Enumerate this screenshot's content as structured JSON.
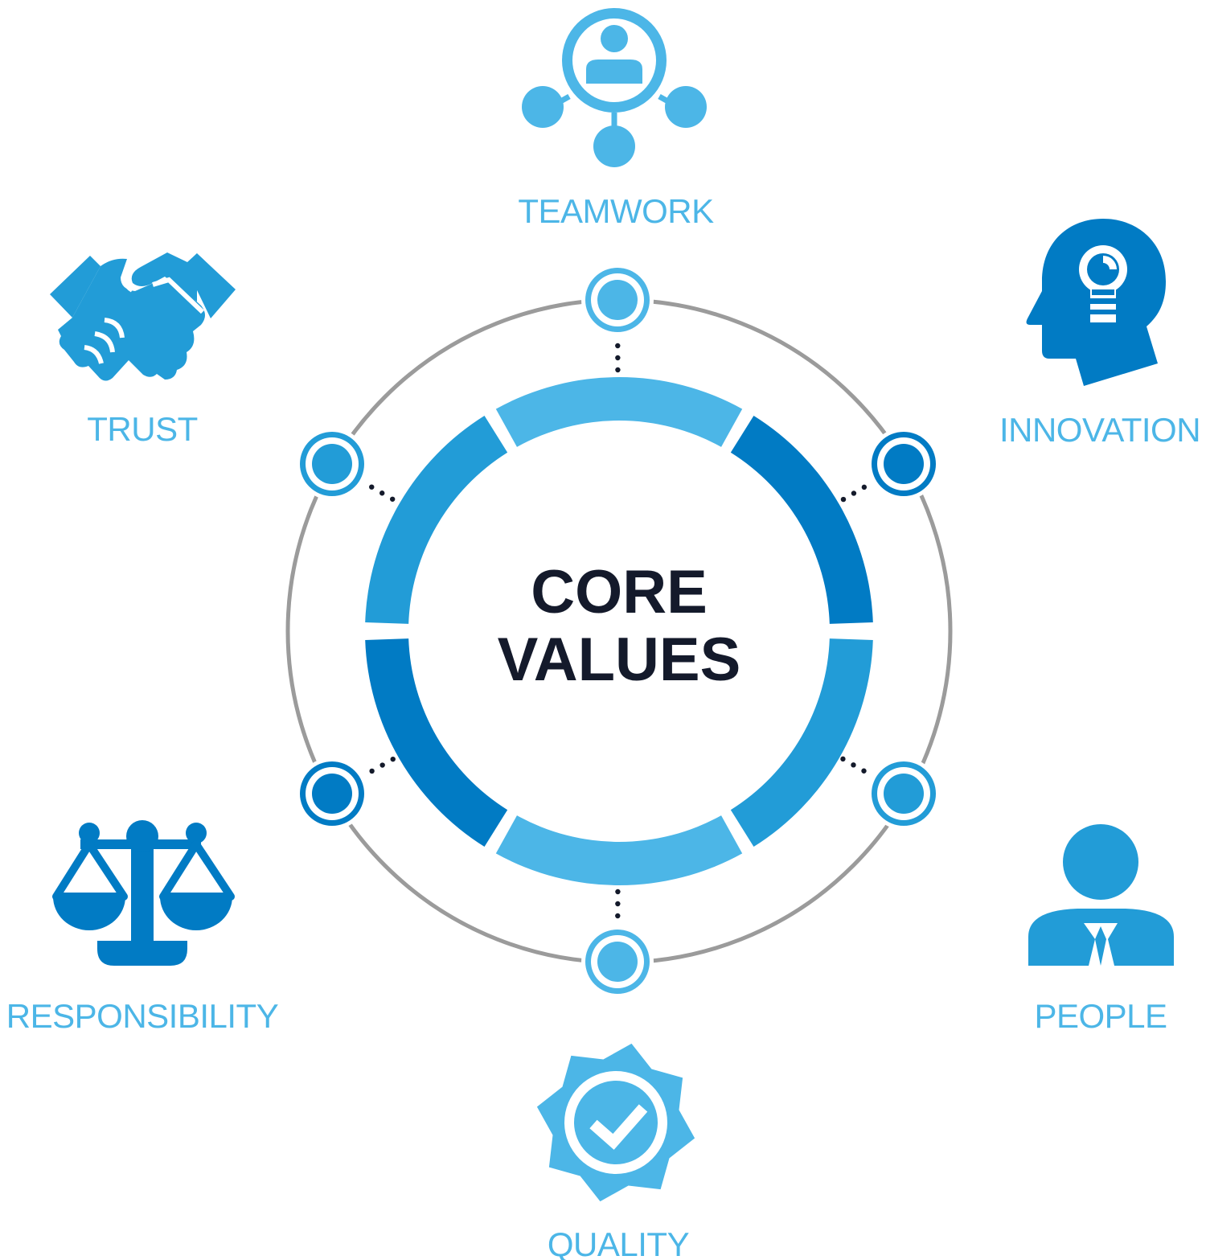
{
  "center": {
    "line1": "CORE",
    "line2": "VALUES"
  },
  "values": {
    "teamwork": "TEAMWORK",
    "innovation": "INNOVATION",
    "people": "PEOPLE",
    "quality": "QUALITY",
    "responsibility": "RESPONSIBILITY",
    "trust": "TRUST"
  },
  "colors": {
    "light_blue": "#4cb6e7",
    "mid_blue": "#229cd7",
    "dark_blue": "#017bc4",
    "ring_gray": "#9b9b9b",
    "text_dark": "#141a2b"
  },
  "icons": {
    "teamwork": "team-network-icon",
    "innovation": "head-lightbulb-icon",
    "people": "person-icon",
    "quality": "quality-badge-check-icon",
    "responsibility": "balance-scale-icon",
    "trust": "handshake-icon"
  }
}
